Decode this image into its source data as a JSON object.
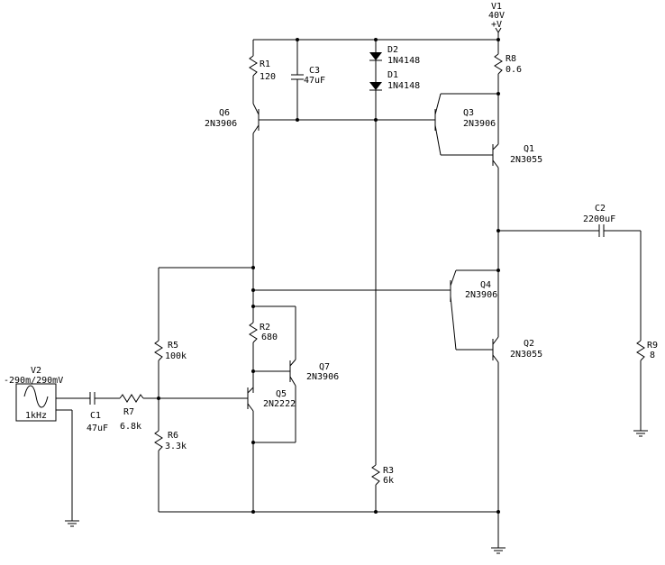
{
  "components": {
    "v1": {
      "ref": "V1",
      "value": "40V",
      "pol": "+V"
    },
    "r8": {
      "ref": "R8",
      "value": "0.6"
    },
    "d2": {
      "ref": "D2",
      "value": "1N4148"
    },
    "d1": {
      "ref": "D1",
      "value": "1N4148"
    },
    "r1": {
      "ref": "R1",
      "value": "120"
    },
    "c3": {
      "ref": "C3",
      "value": "47uF"
    },
    "q6": {
      "ref": "Q6",
      "value": "2N3906"
    },
    "q3": {
      "ref": "Q3",
      "value": "2N3906"
    },
    "q1": {
      "ref": "Q1",
      "value": "2N3055"
    },
    "c2": {
      "ref": "C2",
      "value": "2200uF"
    },
    "q4": {
      "ref": "Q4",
      "value": "2N3906"
    },
    "r2": {
      "ref": "R2",
      "value": "680"
    },
    "q7": {
      "ref": "Q7",
      "value": "2N3906"
    },
    "q5": {
      "ref": "Q5",
      "value": "2N2222"
    },
    "q2": {
      "ref": "Q2",
      "value": "2N3055"
    },
    "r9": {
      "ref": "R9",
      "value": "8"
    },
    "r5": {
      "ref": "R5",
      "value": "100k"
    },
    "r6": {
      "ref": "R6",
      "value": "3.3k"
    },
    "v2": {
      "ref": "V2",
      "value": "-290m/290mV",
      "freq": "1kHz"
    },
    "c1": {
      "ref": "C1",
      "value": "47uF"
    },
    "r7": {
      "ref": "R7",
      "value": "6.8k"
    },
    "r3": {
      "ref": "R3",
      "value": "6k"
    }
  }
}
